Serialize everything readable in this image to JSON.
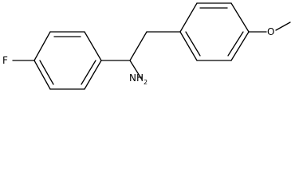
{
  "molecule": {
    "atoms": {
      "fluorine": "F",
      "oxygen": "O",
      "amine": "NH",
      "amine_subscript": "2"
    }
  }
}
